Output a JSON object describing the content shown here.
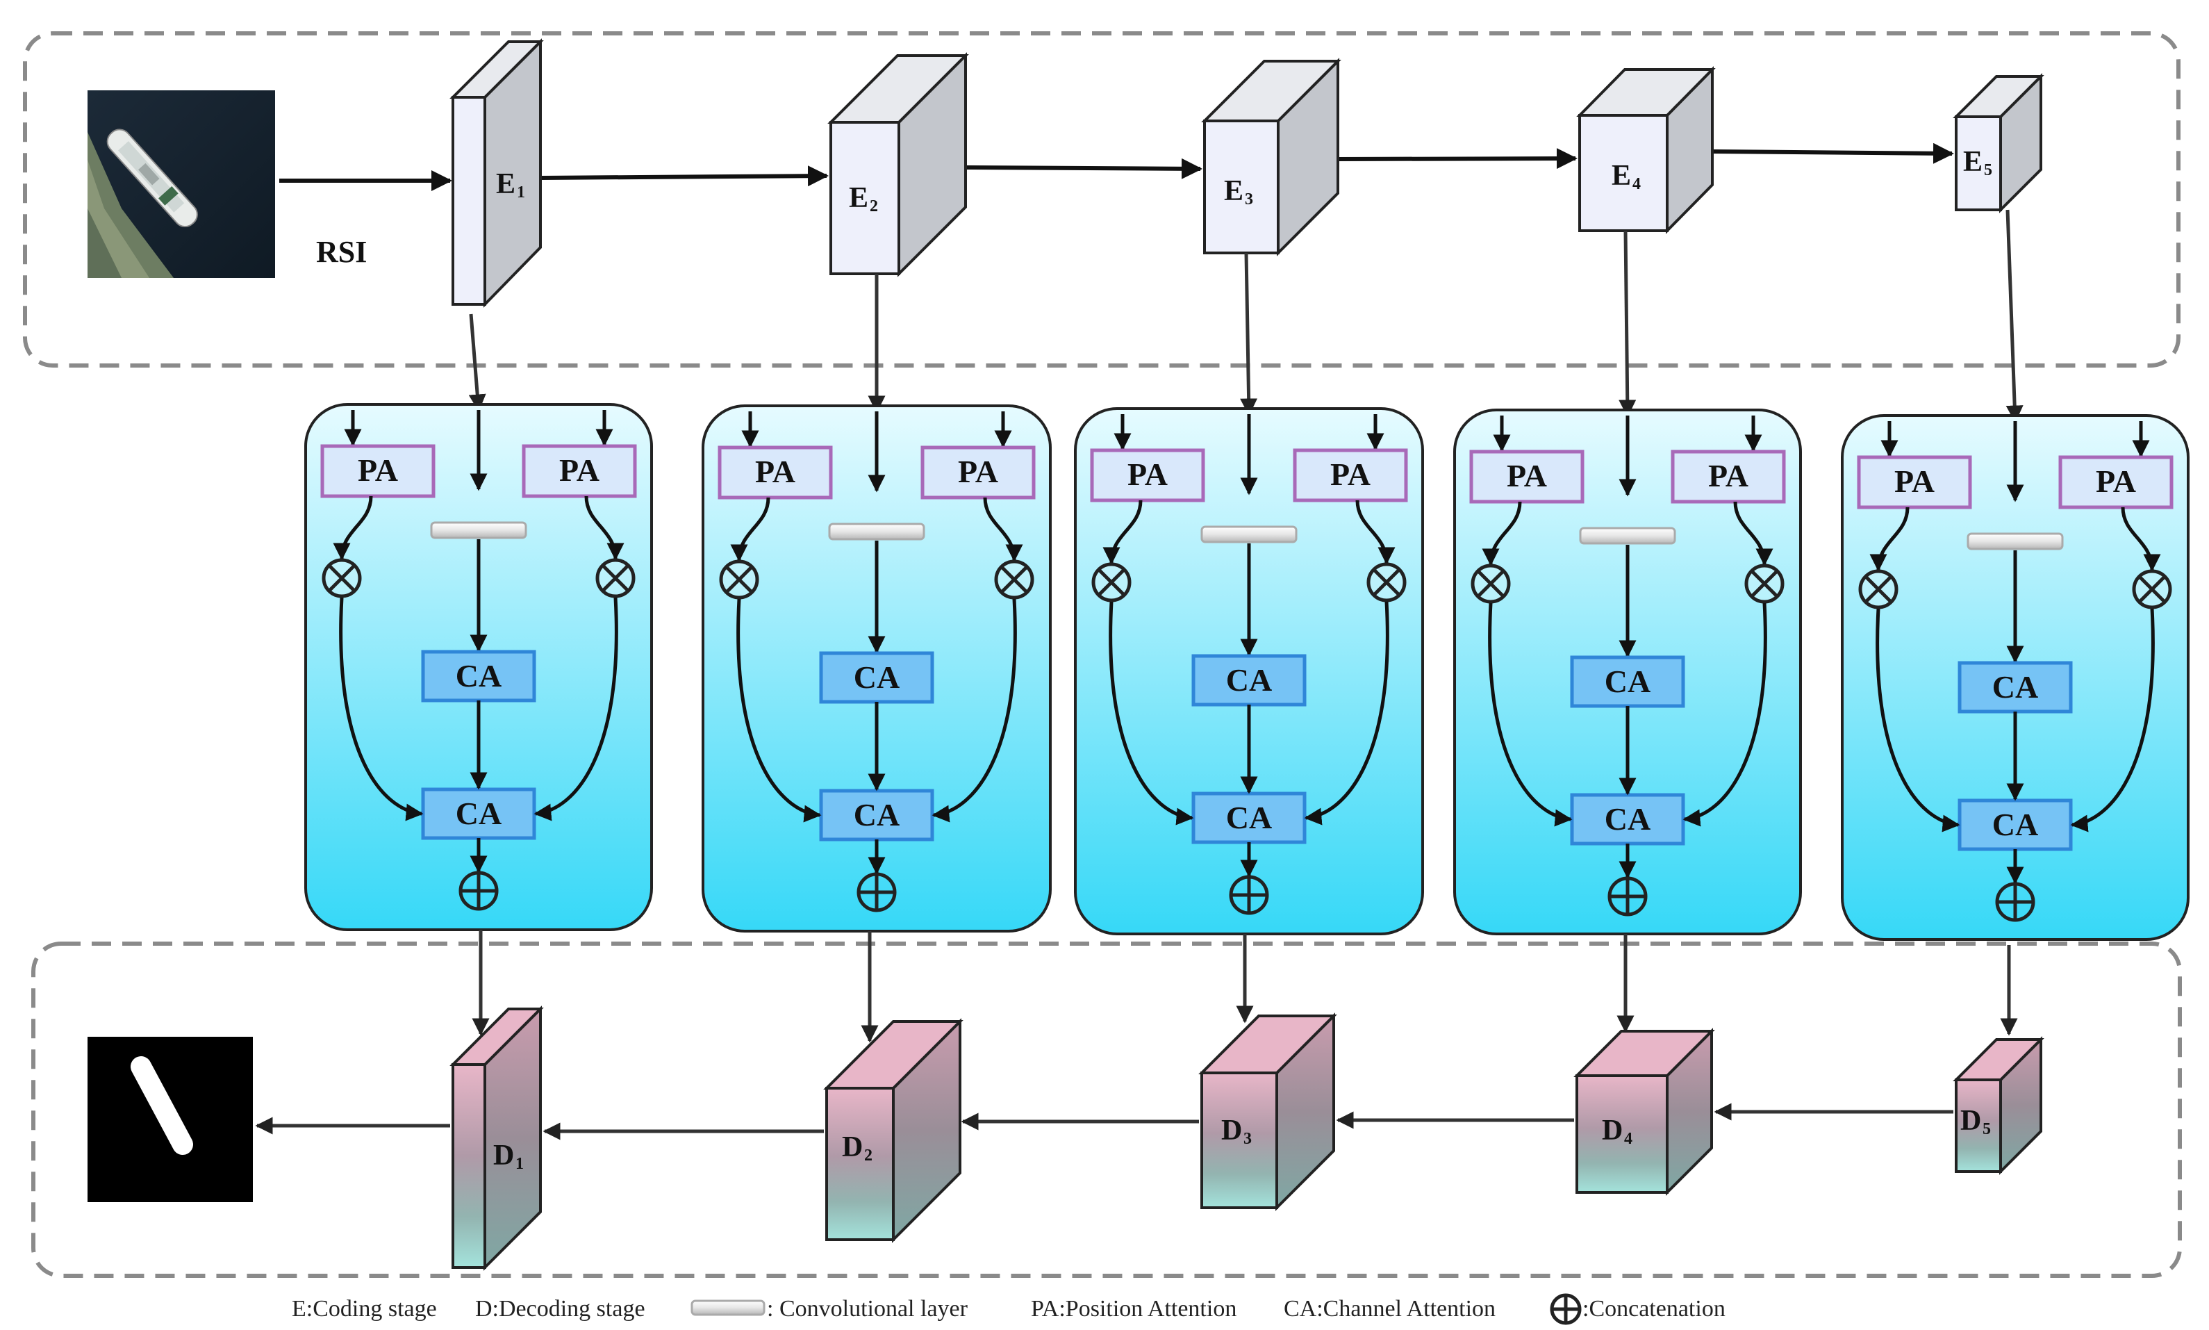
{
  "input_label": "RSI",
  "encoders": [
    {
      "letter": "E",
      "sub": "1"
    },
    {
      "letter": "E",
      "sub": "2"
    },
    {
      "letter": "E",
      "sub": "3"
    },
    {
      "letter": "E",
      "sub": "4"
    },
    {
      "letter": "E",
      "sub": "5"
    }
  ],
  "decoders": [
    {
      "letter": "D",
      "sub": "1"
    },
    {
      "letter": "D",
      "sub": "2"
    },
    {
      "letter": "D",
      "sub": "3"
    },
    {
      "letter": "D",
      "sub": "4"
    },
    {
      "letter": "D",
      "sub": "5"
    }
  ],
  "module": {
    "pa_label": "PA",
    "ca_label": "CA"
  },
  "legend": {
    "coding": "E:Coding stage",
    "decoding": "D:Decoding stage",
    "conv": ":  Convolutional layer",
    "pa": "PA:Position Attention",
    "ca": "CA:Channel Attention",
    "concat": ":Concatenation"
  },
  "colors": {
    "encoder_front": "#eef0fb",
    "encoder_side": "#c3c6cc",
    "decoder_top": "#e8b6c8",
    "decoder_bottom": "#a4e3dc",
    "panel_top": "#e6fbff",
    "panel_bottom": "#36d8f7",
    "pa_border": "#a869b8",
    "ca_border": "#2f86d8"
  }
}
